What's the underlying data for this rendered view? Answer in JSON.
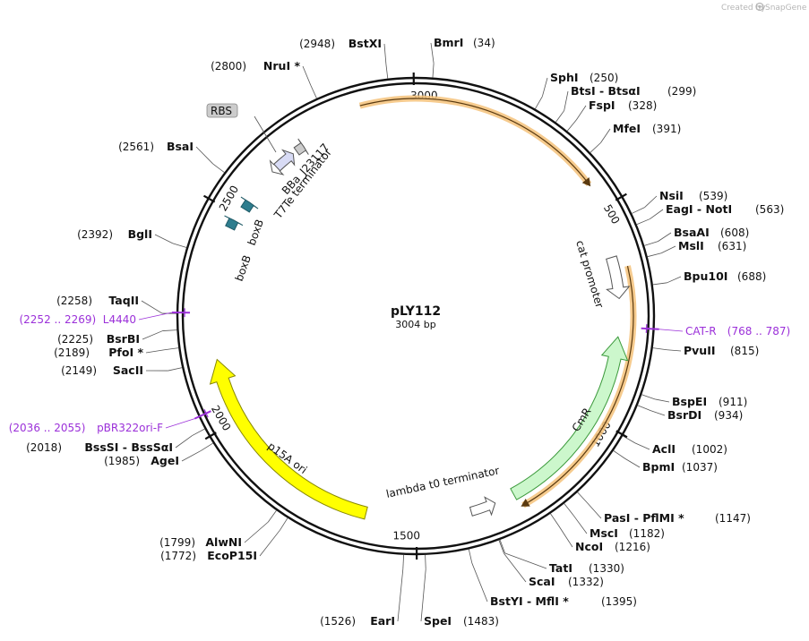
{
  "plasmid": {
    "name": "pLY112",
    "size": "3004 bp",
    "length": 3004
  },
  "branding": {
    "created_by": "Created by",
    "app": "SnapGene"
  },
  "ticks": [
    "3000",
    "500",
    "1000",
    "1500",
    "2000",
    "2500"
  ],
  "sites": [
    {
      "name": "BmrI",
      "pos": "(34)",
      "val": 34
    },
    {
      "name": "SphI",
      "pos": "(250)",
      "val": 250
    },
    {
      "name": "BtsI - BtsαI",
      "pos": "(299)",
      "val": 299
    },
    {
      "name": "FspI",
      "pos": "(328)",
      "val": 328
    },
    {
      "name": "MfeI",
      "pos": "(391)",
      "val": 391
    },
    {
      "name": "NsiI",
      "pos": "(539)",
      "val": 539
    },
    {
      "name": "EagI - NotI",
      "pos": "(563)",
      "val": 563
    },
    {
      "name": "BsaAI",
      "pos": "(608)",
      "val": 608
    },
    {
      "name": "MslI",
      "pos": "(631)",
      "val": 631
    },
    {
      "name": "Bpu10I",
      "pos": "(688)",
      "val": 688
    },
    {
      "name": "PvuII",
      "pos": "(815)",
      "val": 815
    },
    {
      "name": "BspEI",
      "pos": "(911)",
      "val": 911
    },
    {
      "name": "BsrDI",
      "pos": "(934)",
      "val": 934
    },
    {
      "name": "AclI",
      "pos": "(1002)",
      "val": 1002
    },
    {
      "name": "BpmI",
      "pos": "(1037)",
      "val": 1037
    },
    {
      "name": "PasI - PflMI *",
      "pos": "(1147)",
      "val": 1147
    },
    {
      "name": "MscI",
      "pos": "(1182)",
      "val": 1182
    },
    {
      "name": "NcoI",
      "pos": "(1216)",
      "val": 1216
    },
    {
      "name": "TatI",
      "pos": "(1330)",
      "val": 1330
    },
    {
      "name": "ScaI",
      "pos": "(1332)",
      "val": 1332
    },
    {
      "name": "BstYI - MflI *",
      "pos": "(1395)",
      "val": 1395
    },
    {
      "name": "SpeI",
      "pos": "(1483)",
      "val": 1483
    },
    {
      "name": "EarI",
      "pos": "(1526)",
      "val": 1526
    },
    {
      "name": "EcoP15I",
      "pos": "(1772)",
      "val": 1772
    },
    {
      "name": "AlwNI",
      "pos": "(1799)",
      "val": 1799
    },
    {
      "name": "AgeI",
      "pos": "(1985)",
      "val": 1985
    },
    {
      "name": "BssSI - BssSαI",
      "pos": "(2018)",
      "val": 2018
    },
    {
      "name": "SacII",
      "pos": "(2149)",
      "val": 2149
    },
    {
      "name": "PfoI *",
      "pos": "(2189)",
      "val": 2189
    },
    {
      "name": "BsrBI",
      "pos": "(2225)",
      "val": 2225
    },
    {
      "name": "TaqII",
      "pos": "(2258)",
      "val": 2258
    },
    {
      "name": "BglI",
      "pos": "(2392)",
      "val": 2392
    },
    {
      "name": "BsaI",
      "pos": "(2561)",
      "val": 2561
    },
    {
      "name": "NruI *",
      "pos": "(2800)",
      "val": 2800
    },
    {
      "name": "BstXI",
      "pos": "(2948)",
      "val": 2948
    }
  ],
  "primers": [
    {
      "name": "CAT-R",
      "range": "(768 .. 787)",
      "val": 777
    },
    {
      "name": "L4440",
      "range": "(2252 .. 2269)",
      "val": 2260
    },
    {
      "name": "pBR322ori-F",
      "range": "(2036 .. 2055)",
      "val": 2045
    }
  ],
  "features": {
    "cat_promoter": "cat promoter",
    "cmr": "CmR",
    "lambda_t0": "lambda t0 terminator",
    "p15a_ori": "p15A ori",
    "boxb_1": "boxB",
    "boxb_2": "boxB",
    "t7te": "T7Te terminator",
    "bba": "BBa_J23117",
    "rbs": "RBS"
  },
  "colors": {
    "cmr_fill": "#ccf7cc",
    "p15a_fill": "#ffff00",
    "boxb_fill": "#2e7d8e",
    "orf_highlight": "#f5c27a",
    "primer": "#9b30d9",
    "rbs_fill": "#cccccc",
    "promoter_fill": "#ffffff"
  }
}
